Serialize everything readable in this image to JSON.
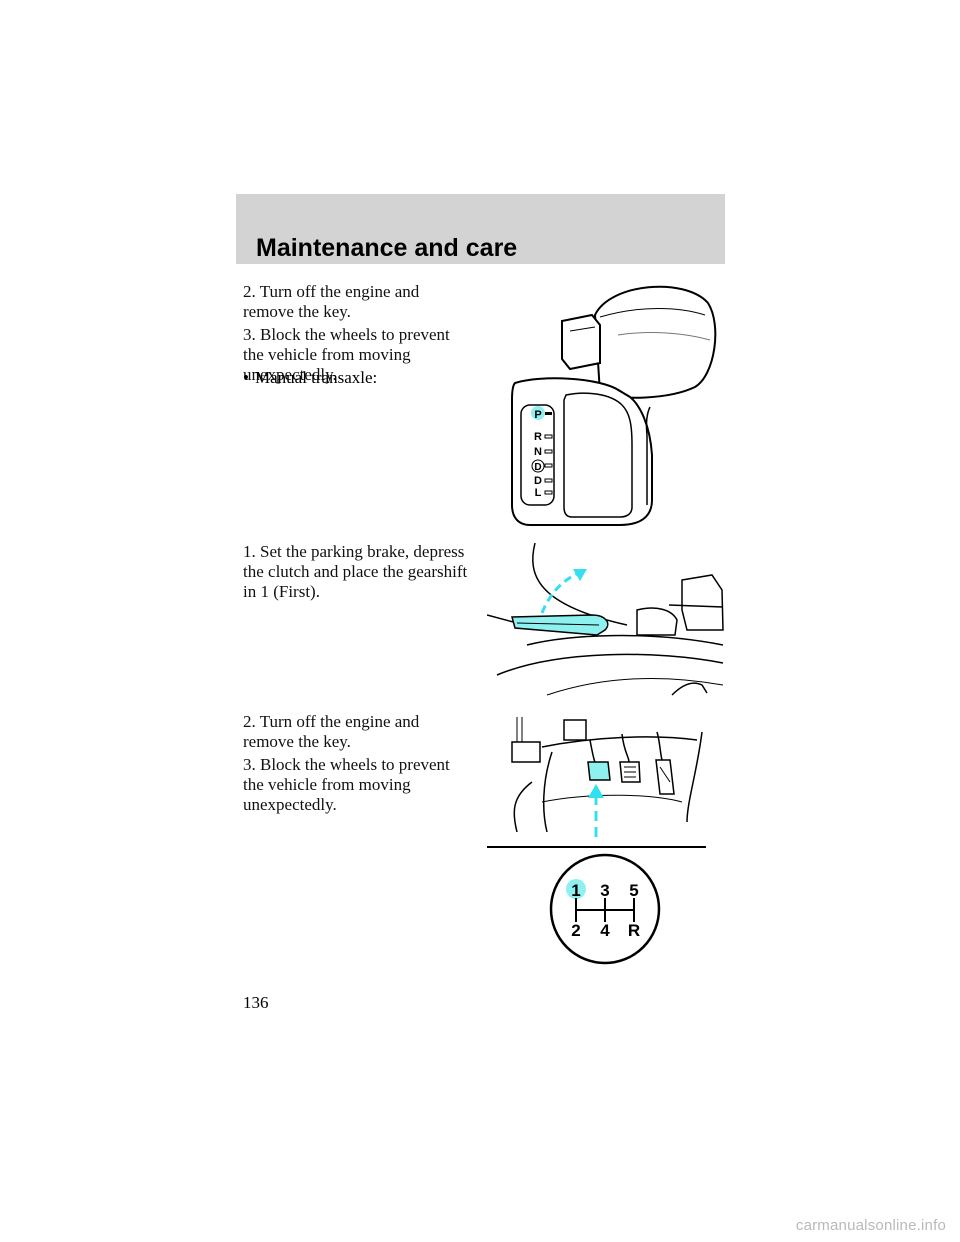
{
  "header": {
    "title": "Maintenance and care"
  },
  "paragraphs": [
    "2. Turn off the engine and remove the key.",
    "3. Block the wheels to prevent the vehicle from moving unexpectedly.",
    "Manual transaxle:",
    "1. Set the parking brake, depress the clutch and place the gearshift in 1 (First).",
    "2. Turn off the engine and remove the key.",
    "3. Block the wheels to prevent the vehicle from moving unexpectedly."
  ],
  "bullet_glyph": "•",
  "shifter_positions": [
    "P",
    "R",
    "N",
    "D",
    "D",
    "L"
  ],
  "gear_pattern": {
    "top": [
      "1",
      "3",
      "5"
    ],
    "bottom": [
      "2",
      "4",
      "R"
    ],
    "highlighted": "1"
  },
  "colors": {
    "highlight": "#8ff0f0",
    "arrow": "#33e0f0",
    "header_bg": "#d3d3d3"
  },
  "page_number": "136",
  "watermark": "carmanualsonline.info"
}
